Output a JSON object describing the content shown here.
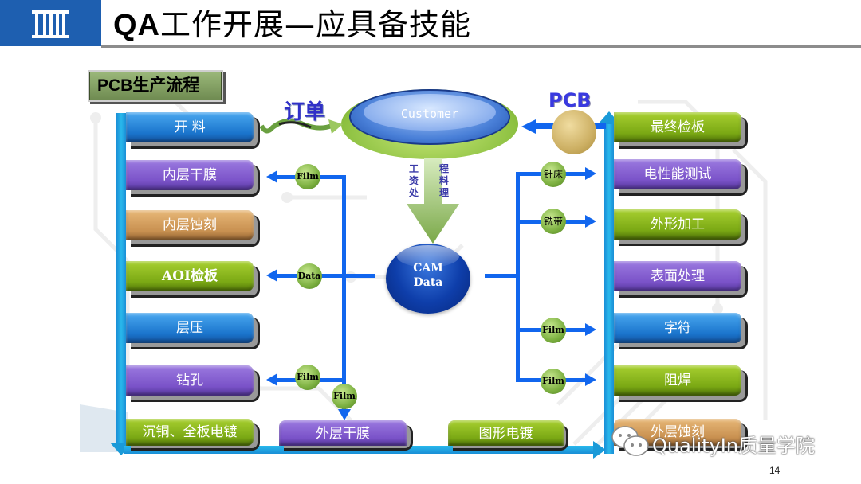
{
  "header": {
    "logo_icon": "institution-columns-icon",
    "title_latin": "QA",
    "title_cjk": "工作开展—应具备技能"
  },
  "section": {
    "label": "PCB生产流程"
  },
  "colors": {
    "header_blue": "#1e5fb0",
    "flow_cyan": "#29b8ec",
    "connector_blue": "#1166ee",
    "box_blue": "#1a74cc",
    "box_purple": "#7a52c8",
    "box_tan": "#c89050",
    "box_green": "#7aa814"
  },
  "nodes": {
    "customer": "Customer",
    "order": "订单",
    "engineering_col1": "工资处",
    "engineering_col2": "程料理",
    "cam_line1": "CAM",
    "cam_line2": "Data",
    "pcb": "PCB"
  },
  "left_steps": [
    {
      "label": "开 料",
      "color": "blue"
    },
    {
      "label": "内层干膜",
      "color": "purple"
    },
    {
      "label": "内层蚀刻",
      "color": "tan"
    },
    {
      "label": "AOI检板",
      "color": "green"
    },
    {
      "label": "层压",
      "color": "blue"
    },
    {
      "label": "钻孔",
      "color": "purple"
    },
    {
      "label": "沉铜、全板电镀",
      "color": "green"
    }
  ],
  "bottom_steps": [
    {
      "label": "外层干膜",
      "color": "purple"
    },
    {
      "label": "图形电镀",
      "color": "green"
    }
  ],
  "right_steps": [
    {
      "label": "外层蚀刻",
      "color": "tan"
    },
    {
      "label": "阻焊",
      "color": "green"
    },
    {
      "label": "字符",
      "color": "blue"
    },
    {
      "label": "表面处理",
      "color": "purple"
    },
    {
      "label": "外形加工",
      "color": "green"
    },
    {
      "label": "电性能测试",
      "color": "purple"
    },
    {
      "label": "最终检板",
      "color": "green"
    }
  ],
  "badges": {
    "left_film_1": "Film",
    "left_data": "Data",
    "left_film_2": "Film",
    "down_film": "Film",
    "right_needle_bed": "针床",
    "right_milling_tape": "铣带",
    "right_film_1": "Film",
    "right_film_2": "Film"
  },
  "watermark": "QualityIn质量学院",
  "page_number": "14"
}
